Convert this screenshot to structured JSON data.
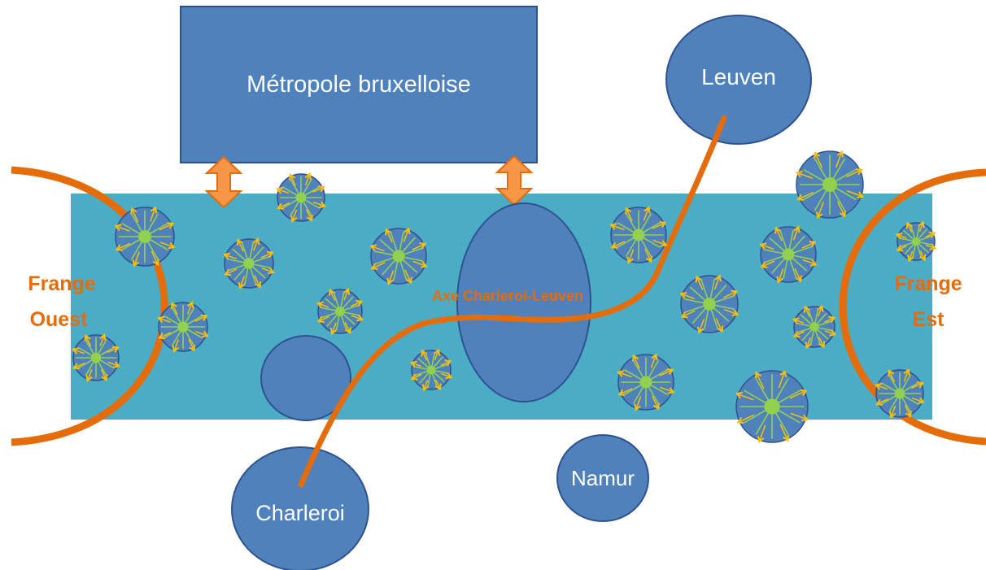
{
  "labels": {
    "metropole": "Métropole bruxelloise",
    "leuven": "Leuven",
    "charleroi": "Charleroi",
    "namur": "Namur",
    "axis": "Axe Charleroi-Leuven",
    "frange_ouest_line1": "Frange",
    "frange_ouest_line2": "Ouest",
    "frange_est_line1": "Frange",
    "frange_est_line2": "Est"
  },
  "colors": {
    "band": "#4BACC6",
    "node_fill": "#4F81BD",
    "node_stroke": "#2F528F",
    "axis_orange": "#E46C0A",
    "arrow_orange": "#F79646",
    "arrow_outline": "#E46C0A",
    "hub_green": "#92D050",
    "spoke_yellow": "#FFC000"
  }
}
